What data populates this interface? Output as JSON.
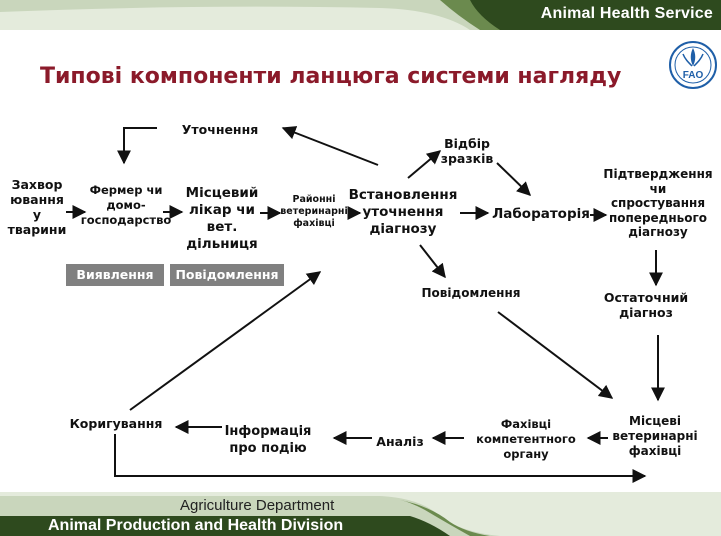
{
  "header": {
    "service_label": "Animal Health Service"
  },
  "title": "Типові компоненти ланцюга системи нагляду",
  "footer": {
    "department": "Agriculture Department",
    "division": "Animal Production and Health Division"
  },
  "logo": {
    "icon": "fao-logo-icon",
    "text": "FAO"
  },
  "nodes": {
    "animal_disease": [
      "Захвор",
      "ювання",
      "у",
      "тварини"
    ],
    "farmer": [
      "Фермер чи",
      "домо-",
      "господарство"
    ],
    "local_vet": [
      "Місцевий",
      "лікар чи",
      "вет.",
      "дільниця"
    ],
    "district_vets": [
      "Районні",
      "ветеринарні",
      "фахівці"
    ],
    "diagnosis": [
      "Встановлення",
      "уточнення",
      "діагнозу"
    ],
    "clarification": "Уточнення",
    "sampling": [
      "Відбір",
      "зразків"
    ],
    "laboratory": "Лабораторія",
    "confirmation": [
      "Підтвердження",
      "чи",
      "спростування",
      "попереднього",
      "діагнозу"
    ],
    "notification": "Повідомлення",
    "final_diagnosis": [
      "Остаточний",
      "діагноз"
    ],
    "local_vets": [
      "Місцеві",
      "ветеринарні",
      "фахівці"
    ],
    "competent_authority": [
      "Фахівці",
      "компетентного",
      "органу"
    ],
    "analysis": "Аналіз",
    "event_info": [
      "Інформація",
      "про подію"
    ],
    "correction": "Коригування"
  },
  "tags": {
    "detection": "Виявлення",
    "reporting": "Повідомлення"
  },
  "colors": {
    "title": "#8b1a2a",
    "band_dark": "#2e4a1e",
    "band_mid": "#6b8a4e",
    "band_light": "#c9d6bc",
    "tag": "#808080"
  }
}
